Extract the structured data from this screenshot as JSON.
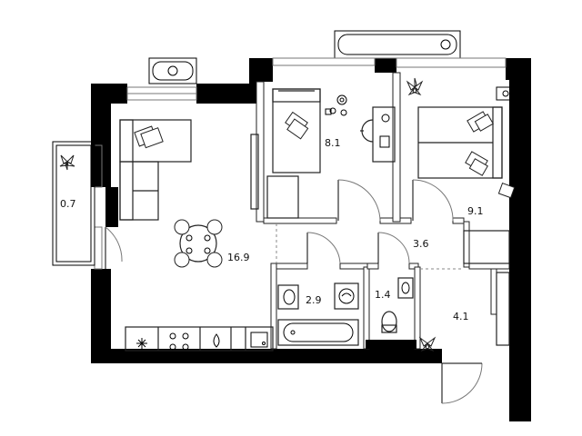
{
  "rooms": {
    "balcony": "0.7",
    "living_kitchen": "16.9",
    "kids_room": "8.1",
    "bedroom": "9.1",
    "corridor": "3.6",
    "bathroom": "2.9",
    "toilet": "1.4",
    "hall": "4.1"
  },
  "colors": {
    "wall": "#000000",
    "line": "#222222"
  }
}
